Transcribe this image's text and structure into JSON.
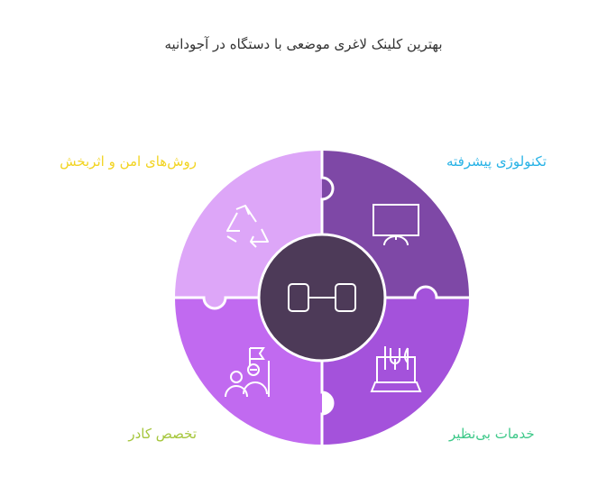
{
  "title": "بهترین کلینک لاغری موضعی با دستگاه در آجودانیه",
  "labels": {
    "top_left": "روش‌های امن و اثربخش",
    "top_right": "تکنولوژی پیشرفته",
    "bottom_left": "تخصص کادر",
    "bottom_right": "خدمات بی‌نظیر"
  },
  "colors": {
    "top_left_piece": "#dda6f8",
    "top_right_piece": "#7e48a6",
    "bottom_left_piece": "#c16af0",
    "bottom_right_piece": "#a452db",
    "center": "#4d3a58",
    "label_top_left": "#f2d422",
    "label_top_right": "#26b2e6",
    "label_bottom_left": "#a5c63b",
    "label_bottom_right": "#3fc98a"
  },
  "icons": {
    "top_left": "recycle-icon",
    "top_right": "monitor-icon",
    "bottom_left": "team-icon",
    "bottom_right": "laptop-utensils-icon",
    "center": "dumbbell-icon"
  }
}
